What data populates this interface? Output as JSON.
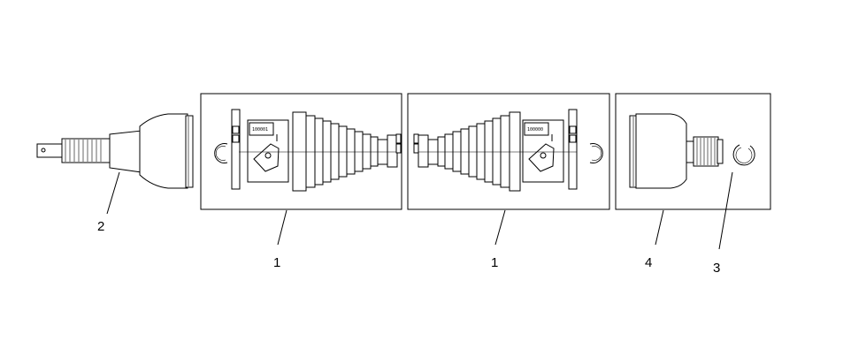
{
  "diagram": {
    "callouts": [
      {
        "id": "2",
        "label": "2"
      },
      {
        "id": "1a",
        "label": "1"
      },
      {
        "id": "1b",
        "label": "1"
      },
      {
        "id": "4",
        "label": "4"
      },
      {
        "id": "3",
        "label": "3"
      }
    ],
    "kit_labels": {
      "left_card": "100001",
      "right_card": "100000"
    }
  }
}
